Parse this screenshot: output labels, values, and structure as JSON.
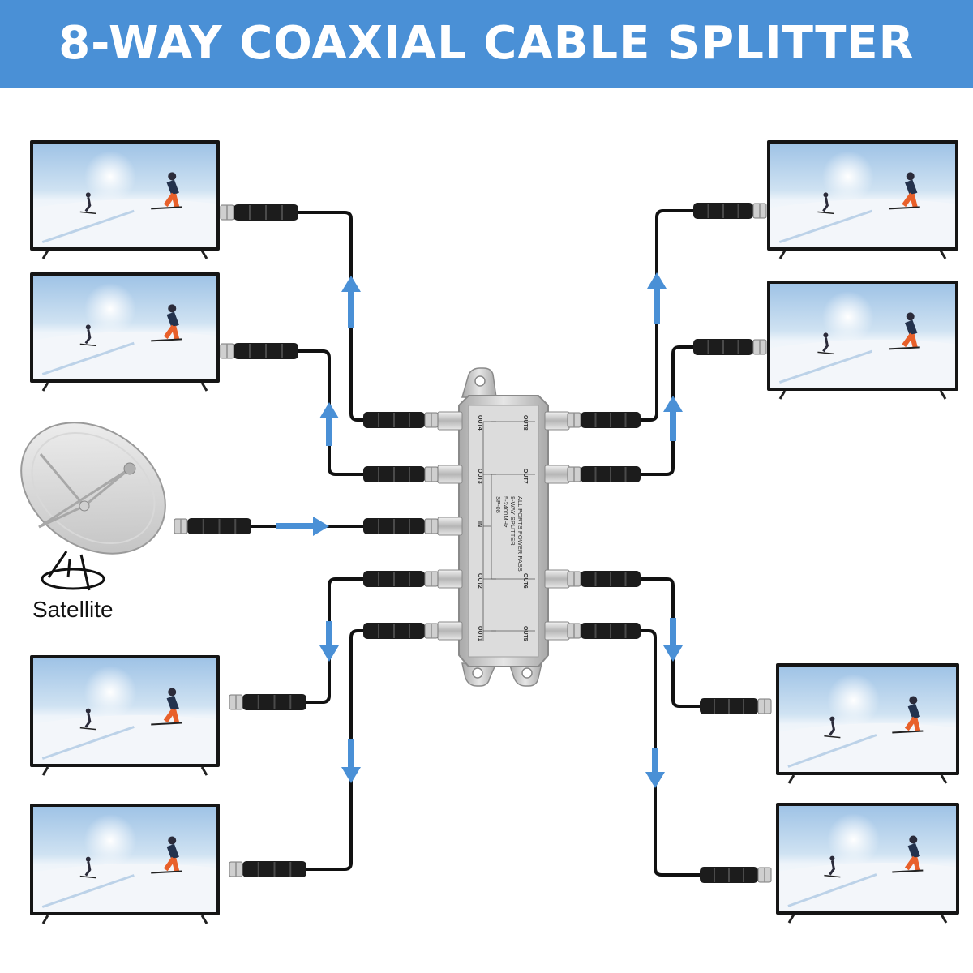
{
  "title": "8-WAY COAXIAL CABLE SPLITTER",
  "satellite_label": "Satellite",
  "splitter": {
    "model": "SP-08",
    "frequency": "5-2400MHz",
    "type": "8-WAY SPLITTER",
    "power_pass": "ALL PORTS POWER PASS",
    "input_label": "IN",
    "outputs": [
      "OUT1",
      "OUT2",
      "OUT3",
      "OUT4",
      "OUT5",
      "OUT6",
      "OUT7",
      "OUT8"
    ]
  },
  "colors": {
    "banner": "#4a90d6",
    "arrow": "#4a90d6",
    "cable": "#111111",
    "splitter_body": "#c8c8c8"
  }
}
